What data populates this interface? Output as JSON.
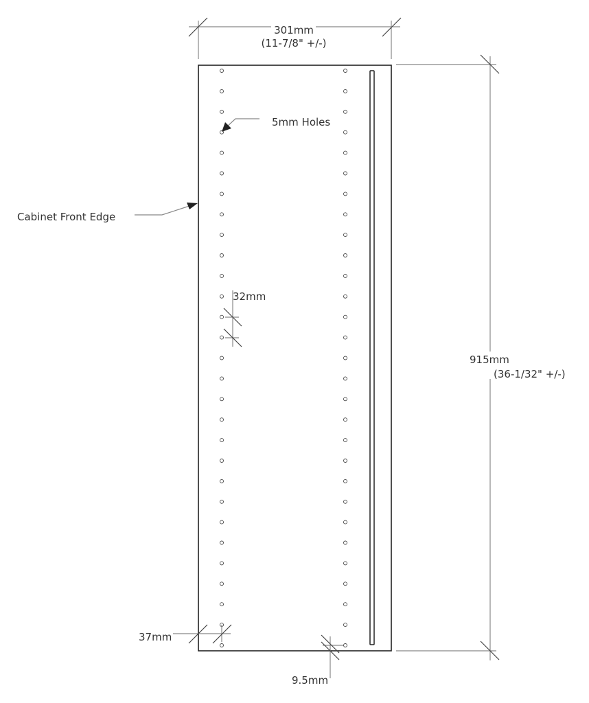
{
  "title": "Cabinet side panel drilling diagram",
  "labels": {
    "width": "301mm",
    "width_imperial": "(11-7/8\" +/-)",
    "height": "915mm",
    "height_imperial": "(36-1/32\" +/-)",
    "holes": "5mm Holes",
    "front_edge": "Cabinet Front Edge",
    "spacing": "32mm",
    "setback": "37mm",
    "bottom_offset": "9.5mm"
  },
  "hole_rows": 29,
  "colors": {
    "outline": "#222222",
    "dimension": "#888888",
    "text": "#333333"
  }
}
